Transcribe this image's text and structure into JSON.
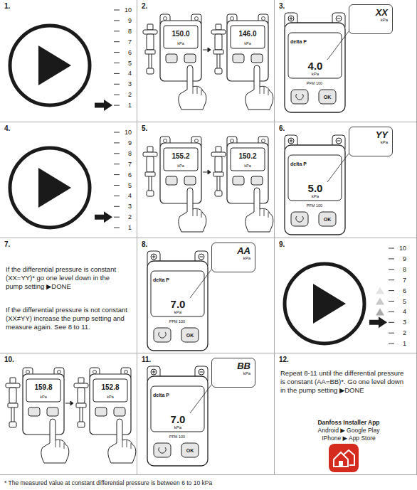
{
  "diagram": {
    "nodes": [
      {
        "text": [
          "1."
        ]
      },
      {
        "text": [
          "2."
        ]
      },
      {
        "text": [
          "3."
        ]
      },
      {
        "text": [
          "XX",
          "kPa"
        ],
        "in": 2
      },
      {
        "text": [
          "4."
        ]
      },
      {
        "text": [
          "5."
        ]
      },
      {
        "text": [
          "6."
        ]
      },
      {
        "text": [
          "YY",
          "kPa"
        ],
        "in": 6
      },
      {
        "text": [
          "7.",
          "If the differential pressure is constant (XX=YY)* go one level down in the pump setting ▶DONE",
          "If the differential pressure is not constant (XX≠YY) increase the pump setting and measure again. See 8 to 11."
        ]
      },
      {
        "text": [
          "8."
        ]
      },
      {
        "text": [
          "AA",
          "kPa"
        ],
        "in": 9
      },
      {
        "text": [
          "9."
        ]
      },
      {
        "text": [
          "10."
        ]
      },
      {
        "text": [
          "11."
        ]
      },
      {
        "text": [
          "BB",
          "kPa"
        ],
        "in": 13
      },
      {
        "text": [
          "12.",
          "Repeat 8-11 until the differential pressure is constant (AA=BB)*. Go one level down in the pump setting ▶DONE"
        ]
      }
    ],
    "labels": [
      "10",
      "9",
      "8",
      "7",
      "6",
      "5",
      "4",
      "3",
      "2",
      "1",
      "150.0",
      "kPa",
      "146.0",
      "kPa",
      "delta P",
      "4.0",
      "kPa",
      "PFM 100",
      "OK",
      "10",
      "9",
      "8",
      "7",
      "6",
      "5",
      "4",
      "3",
      "2",
      "1",
      "155.2",
      "kPa",
      "150.2",
      "kPa",
      "delta P",
      "5.0",
      "kPa",
      "PFM 100",
      "OK",
      "delta P",
      "7.0",
      "kPa",
      "PFM 100",
      "OK",
      "10",
      "9",
      "8",
      "7",
      "6",
      "5",
      "4",
      "3",
      "2",
      "1",
      "159.8",
      "kPa",
      "152.8",
      "kPa",
      "delta P",
      "7.0",
      "kPa",
      "PFM 100",
      "OK",
      "Danfoss Installer App",
      "Android ▶ Google Play",
      "IPhone ▶ App Store",
      "* The measured value at constant differential pressure is between 6 to 10 kPa"
    ]
  }
}
